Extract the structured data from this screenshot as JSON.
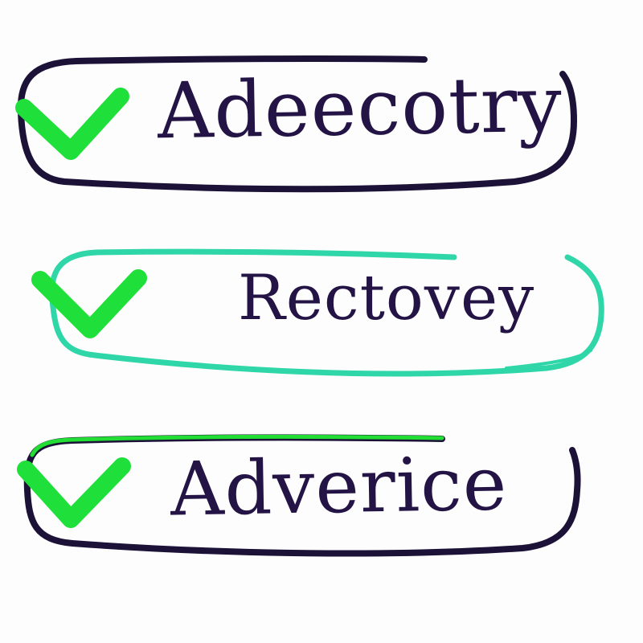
{
  "items": [
    {
      "label": "Adeecotry",
      "checked": true,
      "border_color": "#1c1238"
    },
    {
      "label": "Rectovey",
      "checked": true,
      "border_color": "#2fd6a8"
    },
    {
      "label": "Adverice",
      "checked": true,
      "border_color": "#1c1238"
    }
  ],
  "colors": {
    "ink": "#241446",
    "check": "#1fe03a",
    "accent_teal": "#2fd6a8",
    "accent_green": "#22dd33"
  },
  "icons": {
    "check": "checkmark-icon"
  }
}
